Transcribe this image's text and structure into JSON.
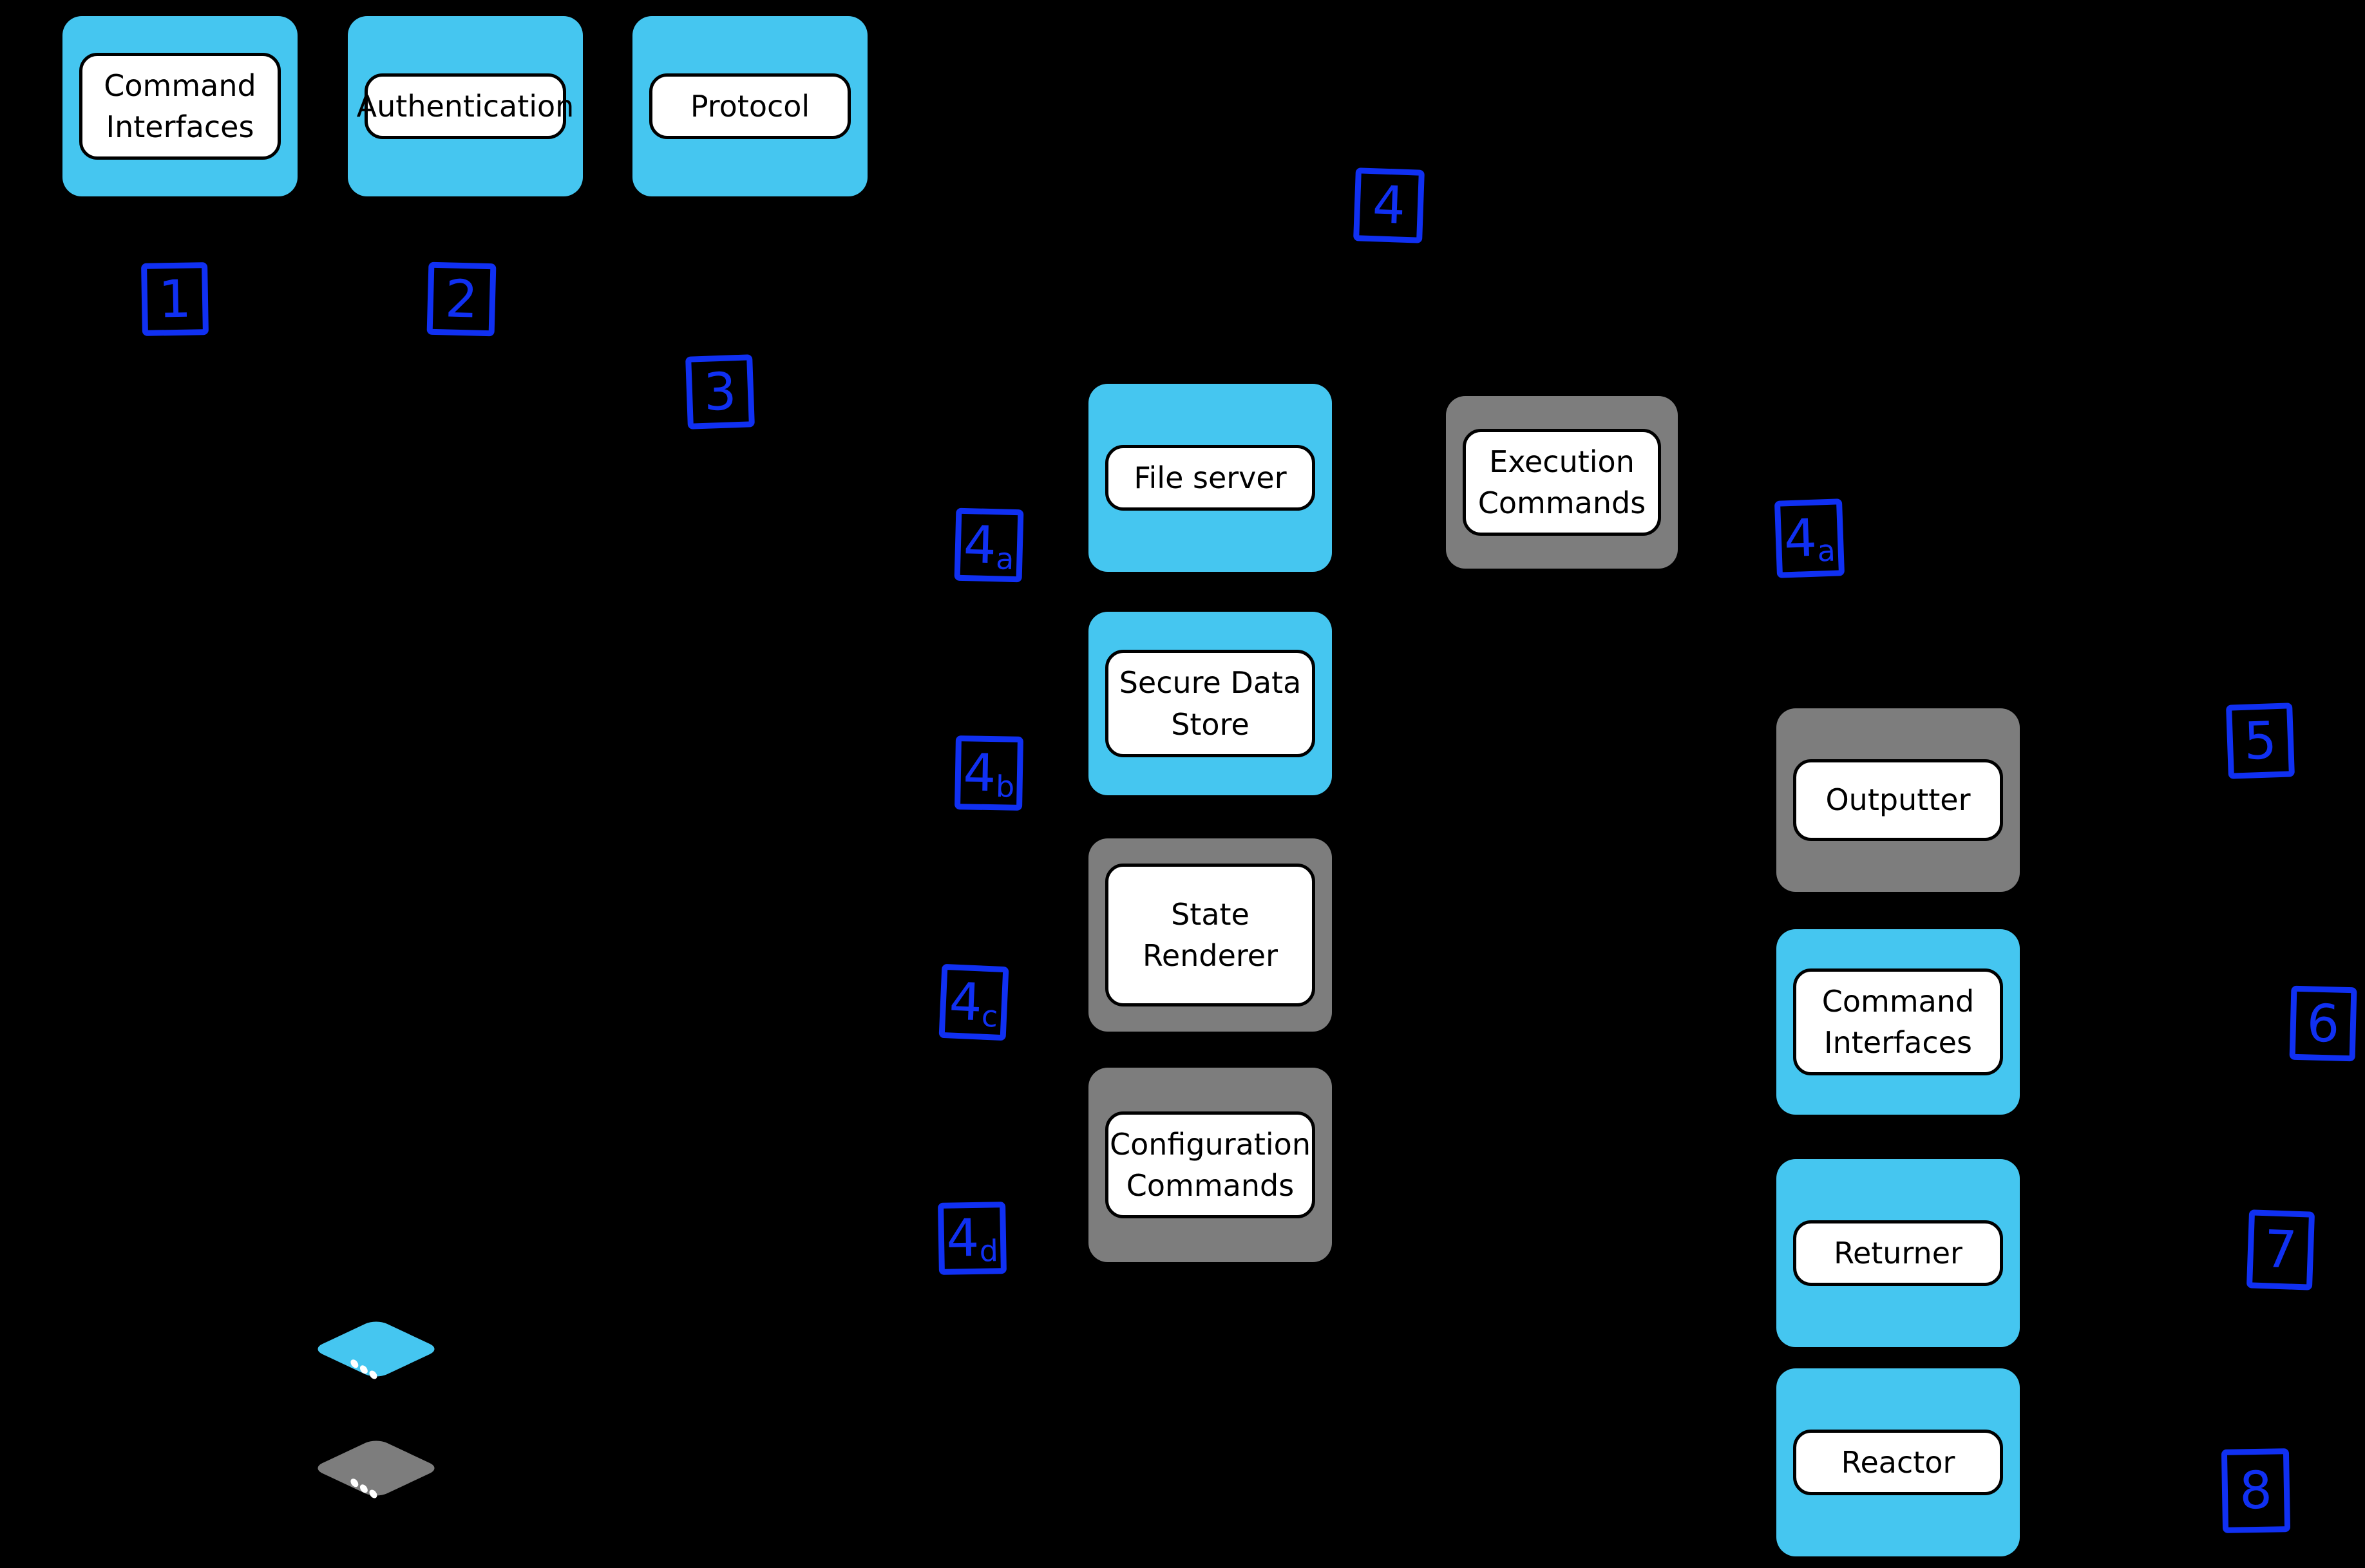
{
  "colors": {
    "background": "#000000",
    "cyan": "#45c6f0",
    "gray": "#7d7d7d",
    "pill-bg": "#ffffff",
    "pill-border": "#000000",
    "pill-text": "#000000",
    "marker-blue": "#1030f2"
  },
  "components": {
    "master_command_interfaces": {
      "label": "Command\nInterfaces"
    },
    "authentication": {
      "label": "Authentication"
    },
    "protocol": {
      "label": "Protocol"
    },
    "file_server": {
      "label": "File server"
    },
    "execution_commands": {
      "label": "Execution\nCommands"
    },
    "secure_data_store": {
      "label": "Secure Data\nStore"
    },
    "state_renderer": {
      "label": "State Renderer"
    },
    "configuration_commands": {
      "label": "Configuration\nCommands"
    },
    "outputter": {
      "label": "Outputter"
    },
    "minion_command_interfaces": {
      "label": "Command\nInterfaces"
    },
    "returner": {
      "label": "Returner"
    },
    "reactor": {
      "label": "Reactor"
    }
  },
  "markers": {
    "m1": {
      "digit": "1",
      "sub": ""
    },
    "m2": {
      "digit": "2",
      "sub": ""
    },
    "m3": {
      "digit": "3",
      "sub": ""
    },
    "m4": {
      "digit": "4",
      "sub": ""
    },
    "m4a_left": {
      "digit": "4",
      "sub": "a"
    },
    "m4a_right": {
      "digit": "4",
      "sub": "a"
    },
    "m4b": {
      "digit": "4",
      "sub": "b"
    },
    "m4c": {
      "digit": "4",
      "sub": "c"
    },
    "m4d": {
      "digit": "4",
      "sub": "d"
    },
    "m5": {
      "digit": "5",
      "sub": ""
    },
    "m6": {
      "digit": "6",
      "sub": ""
    },
    "m7": {
      "digit": "7",
      "sub": ""
    },
    "m8": {
      "digit": "8",
      "sub": ""
    }
  },
  "legend": {
    "icons": [
      {
        "name": "server-diamond-cyan",
        "color_key": "cyan"
      },
      {
        "name": "server-diamond-gray",
        "color_key": "gray"
      }
    ]
  }
}
